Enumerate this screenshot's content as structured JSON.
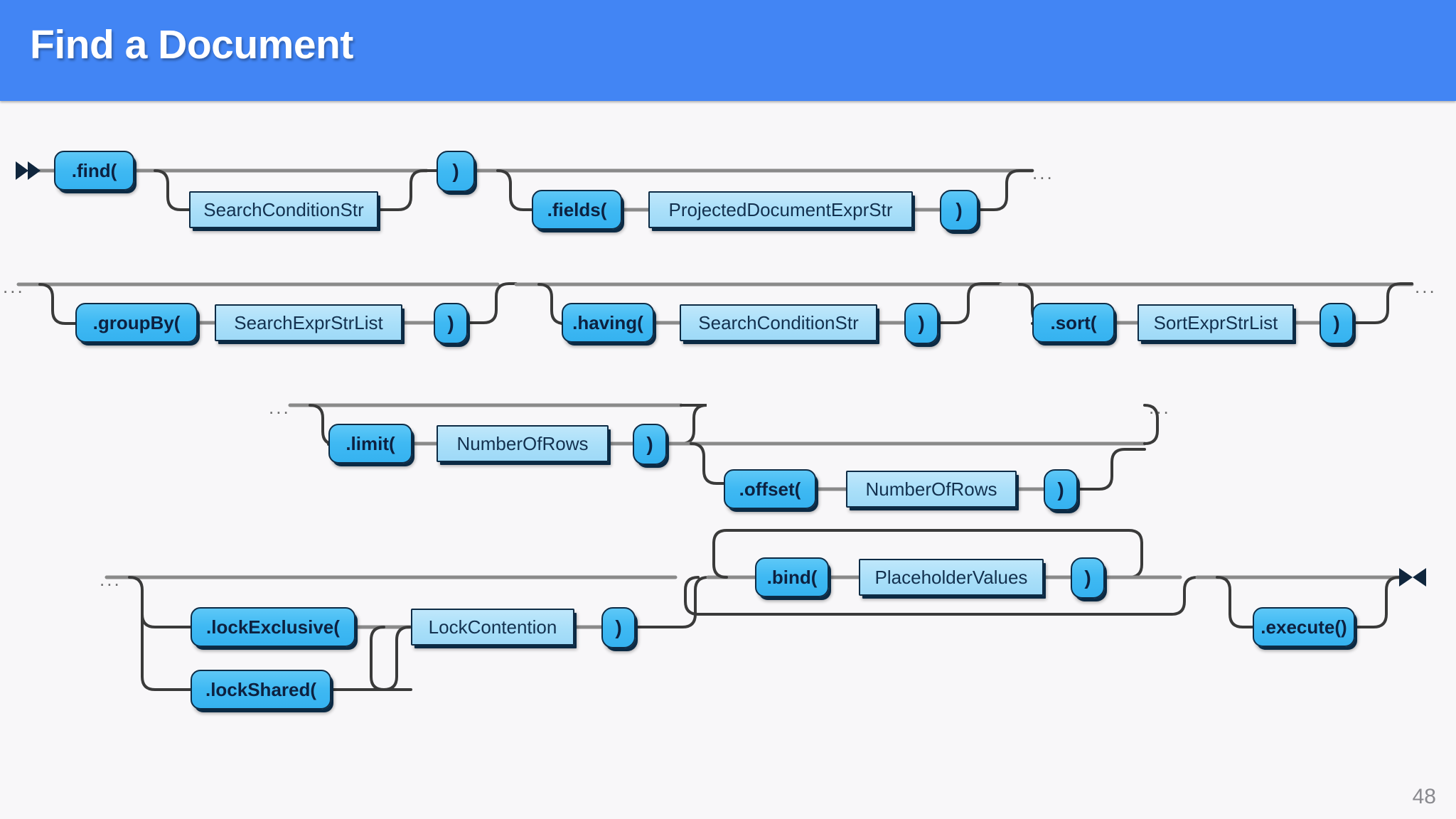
{
  "slide": {
    "title": "Find a Document",
    "page_number": "48",
    "header_color": "#4285f4",
    "canvas_color": "#f8f7f9"
  },
  "markers": {
    "start": "double-right-arrow",
    "end": "bowtie-end-marker",
    "continuation": "..."
  },
  "diagram": {
    "type": "railroad-syntax-diagram",
    "rows": [
      {
        "id": "row-1",
        "nodes": [
          {
            "id": "find",
            "label": ".find(",
            "kind": "terminal"
          },
          {
            "id": "search-condition-1",
            "label": "SearchConditionStr",
            "kind": "nonterminal"
          },
          {
            "id": "close-1",
            "label": ")",
            "kind": "terminal"
          },
          {
            "id": "fields",
            "label": ".fields(",
            "kind": "terminal"
          },
          {
            "id": "projected-doc",
            "label": "ProjectedDocumentExprStr",
            "kind": "nonterminal"
          },
          {
            "id": "close-2",
            "label": ")",
            "kind": "terminal"
          }
        ]
      },
      {
        "id": "row-2",
        "nodes": [
          {
            "id": "groupby",
            "label": ".groupBy(",
            "kind": "terminal"
          },
          {
            "id": "search-expr-list",
            "label": "SearchExprStrList",
            "kind": "nonterminal"
          },
          {
            "id": "close-3",
            "label": ")",
            "kind": "terminal"
          },
          {
            "id": "having",
            "label": ".having(",
            "kind": "terminal"
          },
          {
            "id": "search-condition-2",
            "label": "SearchConditionStr",
            "kind": "nonterminal"
          },
          {
            "id": "close-4",
            "label": ")",
            "kind": "terminal"
          },
          {
            "id": "sort",
            "label": ".sort(",
            "kind": "terminal"
          },
          {
            "id": "sort-expr-list",
            "label": "SortExprStrList",
            "kind": "nonterminal"
          },
          {
            "id": "close-5",
            "label": ")",
            "kind": "terminal"
          }
        ]
      },
      {
        "id": "row-3",
        "nodes": [
          {
            "id": "limit",
            "label": ".limit(",
            "kind": "terminal"
          },
          {
            "id": "number-of-rows-1",
            "label": "NumberOfRows",
            "kind": "nonterminal"
          },
          {
            "id": "close-6",
            "label": ")",
            "kind": "terminal"
          },
          {
            "id": "offset",
            "label": ".offset(",
            "kind": "terminal"
          },
          {
            "id": "number-of-rows-2",
            "label": "NumberOfRows",
            "kind": "nonterminal"
          },
          {
            "id": "close-7",
            "label": ")",
            "kind": "terminal"
          }
        ]
      },
      {
        "id": "row-4",
        "nodes": [
          {
            "id": "bind",
            "label": ".bind(",
            "kind": "terminal"
          },
          {
            "id": "placeholder",
            "label": "PlaceholderValues",
            "kind": "nonterminal"
          },
          {
            "id": "close-8",
            "label": ")",
            "kind": "terminal"
          },
          {
            "id": "lock-exclusive",
            "label": ".lockExclusive(",
            "kind": "terminal"
          },
          {
            "id": "lock-contention",
            "label": "LockContention",
            "kind": "nonterminal"
          },
          {
            "id": "close-9",
            "label": ")",
            "kind": "terminal"
          },
          {
            "id": "lock-shared",
            "label": ".lockShared(",
            "kind": "terminal"
          },
          {
            "id": "execute",
            "label": ".execute()",
            "kind": "terminal"
          }
        ]
      }
    ]
  },
  "colors": {
    "terminal_fill": "#3fb9f3",
    "nonterminal_fill": "#a9dff9",
    "node_border": "#0d2b45",
    "wire": "#7a7a7a",
    "wire_dark": "#3a3a3a",
    "text": "#13314f"
  }
}
